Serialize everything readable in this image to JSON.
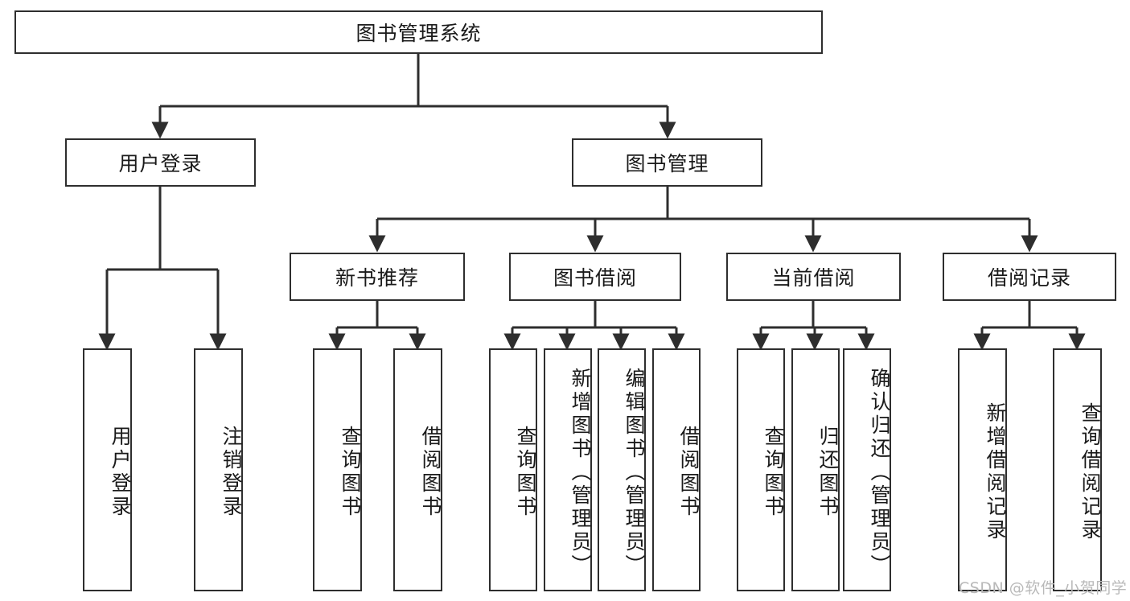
{
  "diagram": {
    "title": "图书管理系统",
    "type": "tree-hierarchy-chart",
    "root": {
      "label": "图书管理系统"
    },
    "level2": [
      {
        "label": "用户登录"
      },
      {
        "label": "图书管理"
      }
    ],
    "level3": [
      {
        "label": "新书推荐"
      },
      {
        "label": "图书借阅"
      },
      {
        "label": "当前借阅"
      },
      {
        "label": "借阅记录"
      }
    ],
    "leaves": {
      "user_login": [
        {
          "label": "用户登录"
        },
        {
          "label": "注销登录"
        }
      ],
      "new_book_recommend": [
        {
          "label": "查询图书"
        },
        {
          "label": "借阅图书"
        }
      ],
      "book_borrow": [
        {
          "label": "查询图书"
        },
        {
          "label": "新增图书（管理员）"
        },
        {
          "label": "编辑图书（管理员）"
        },
        {
          "label": "借阅图书"
        }
      ],
      "current_borrow": [
        {
          "label": "查询图书"
        },
        {
          "label": "归还图书"
        },
        {
          "label": "确认归还（管理员）"
        }
      ],
      "borrow_record": [
        {
          "label": "新增借阅记录"
        },
        {
          "label": "查询借阅记录"
        }
      ]
    }
  },
  "watermark": {
    "text": "CSDN @软件_小贺同学"
  },
  "colors": {
    "stroke": "#2e2e2e",
    "background": "#ffffff",
    "text": "#1a1a1a",
    "watermark": "#b9b9b9"
  }
}
